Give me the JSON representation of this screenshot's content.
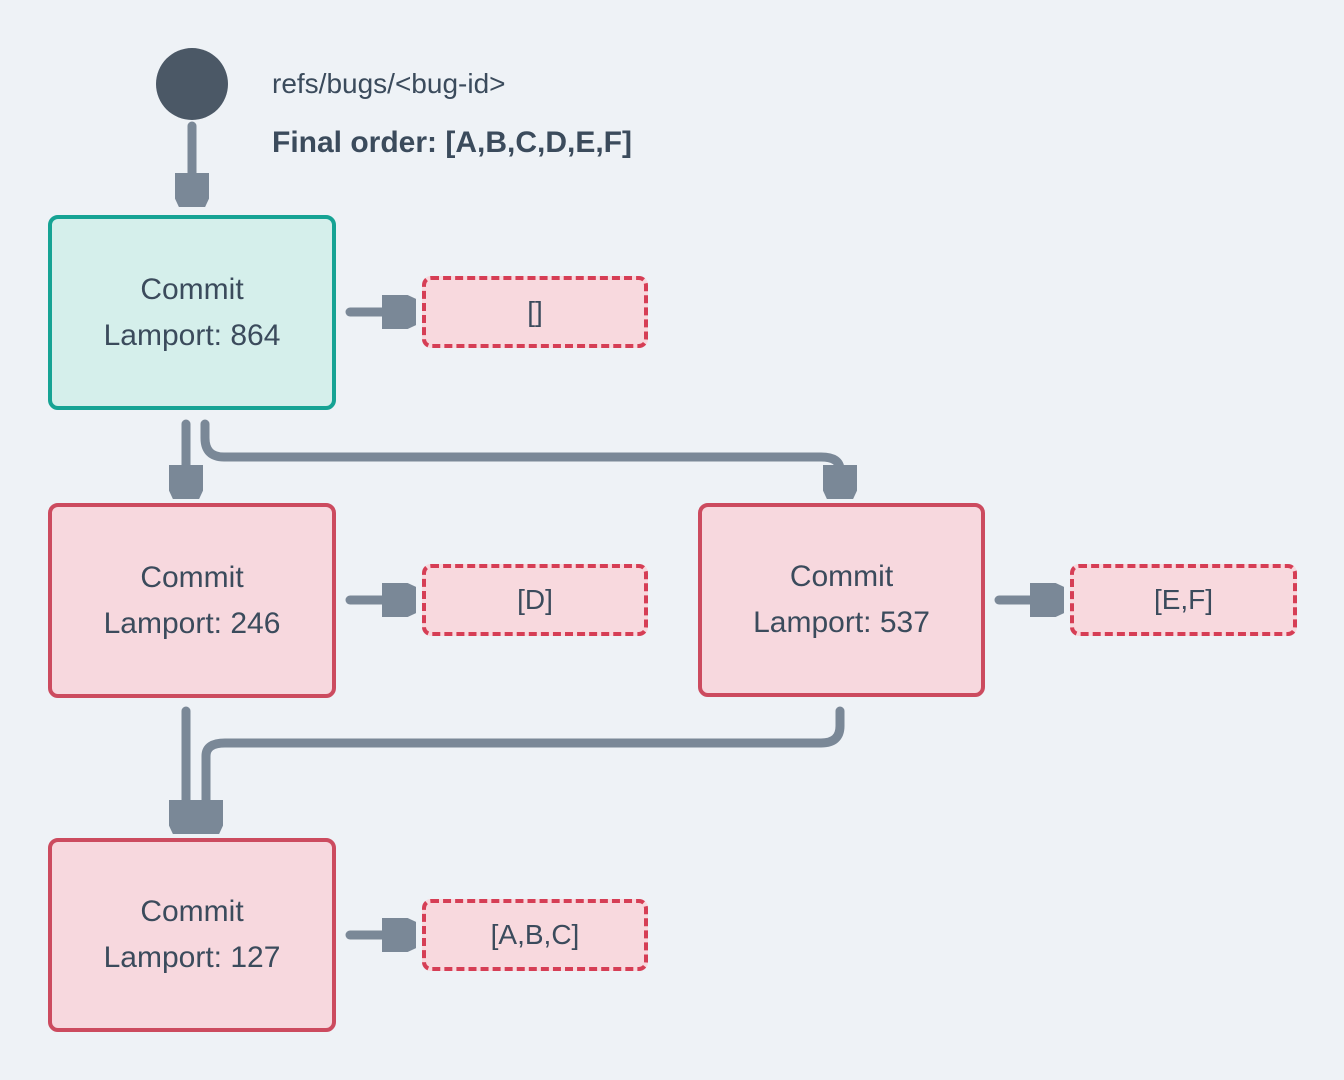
{
  "header": {
    "ref_label": "refs/bugs/<bug-id>",
    "final_order_label": "Final order: [A,B,C,D,E,F]"
  },
  "commits": [
    {
      "title": "Commit",
      "lamport": "Lamport: 864",
      "state": "merged"
    },
    {
      "title": "Commit",
      "lamport": "Lamport: 246",
      "state": "pending"
    },
    {
      "title": "Commit",
      "lamport": "Lamport: 537",
      "state": "pending"
    },
    {
      "title": "Commit",
      "lamport": "Lamport: 127",
      "state": "pending"
    }
  ],
  "payloads": [
    {
      "label": "[]"
    },
    {
      "label": "[D]"
    },
    {
      "label": "[E,F]"
    },
    {
      "label": "[A,B,C]"
    }
  ],
  "colors": {
    "background": "#eef2f6",
    "merged_border": "#16a394",
    "merged_fill": "#d5efeb",
    "pending_border": "#cc4b5f",
    "pending_fill": "#f7d8de",
    "dashed_border": "#d63e55",
    "dashed_fill": "#f8d9de",
    "arrow": "#7a8897",
    "text": "#3b4b5c",
    "ref_node": "#4b5866"
  }
}
